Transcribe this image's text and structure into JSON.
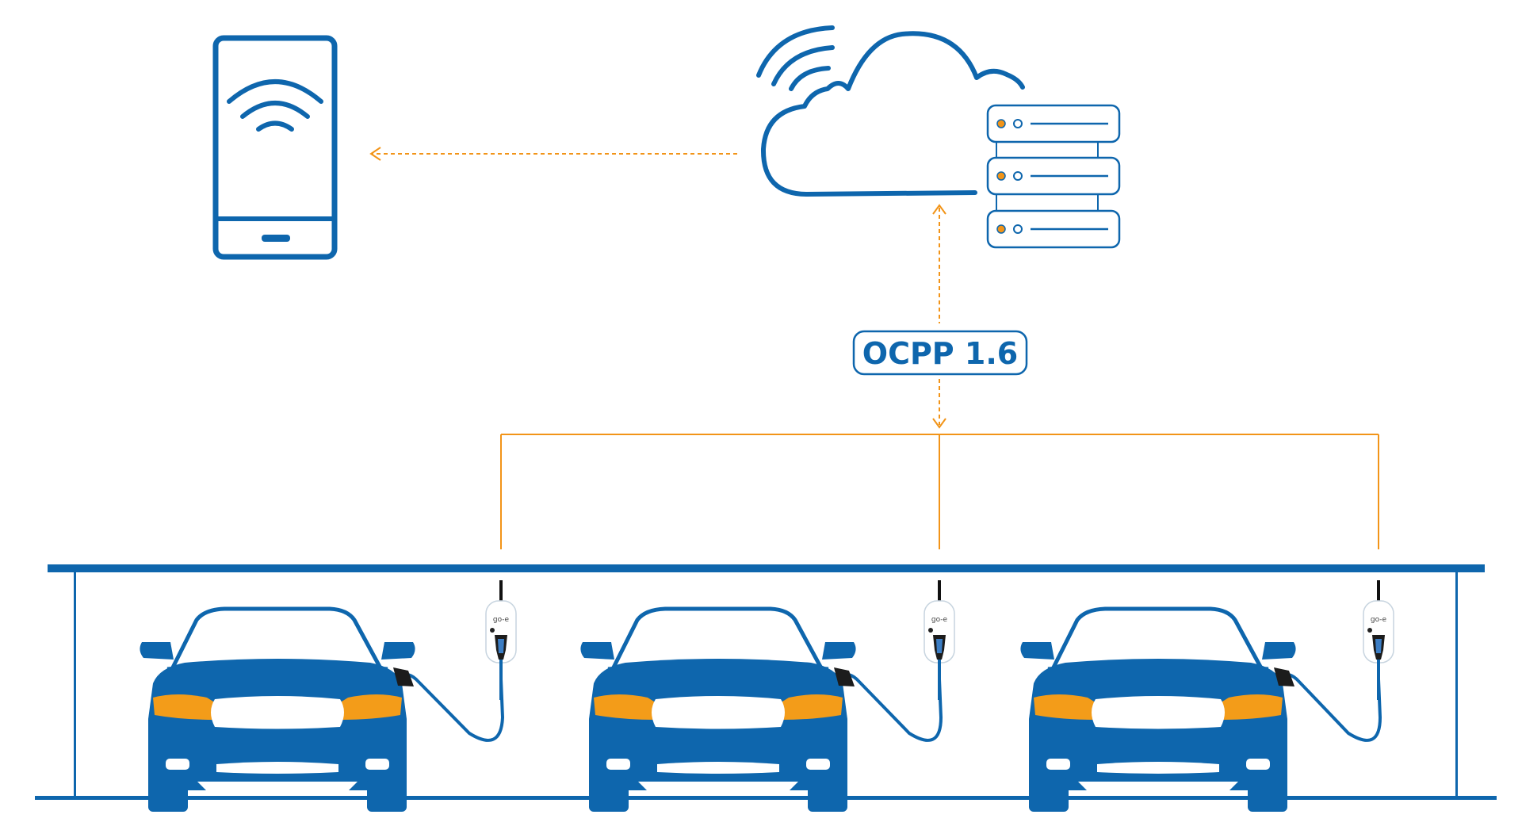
{
  "protocol_label": "OCPP 1.6",
  "charger_brand": "go-e",
  "colors": {
    "primary_blue": "#0e66ad",
    "accent_orange": "#f29418",
    "headlight_orange": "#f39c19",
    "background": "#ffffff"
  },
  "icons": {
    "phone": "smartphone-icon",
    "cloud": "cloud-icon",
    "server": "server-stack-icon",
    "car": "car-icon",
    "charger": "wallbox-charger-icon"
  },
  "chargers": [
    {
      "brand": "go-e"
    },
    {
      "brand": "go-e"
    },
    {
      "brand": "go-e"
    }
  ]
}
